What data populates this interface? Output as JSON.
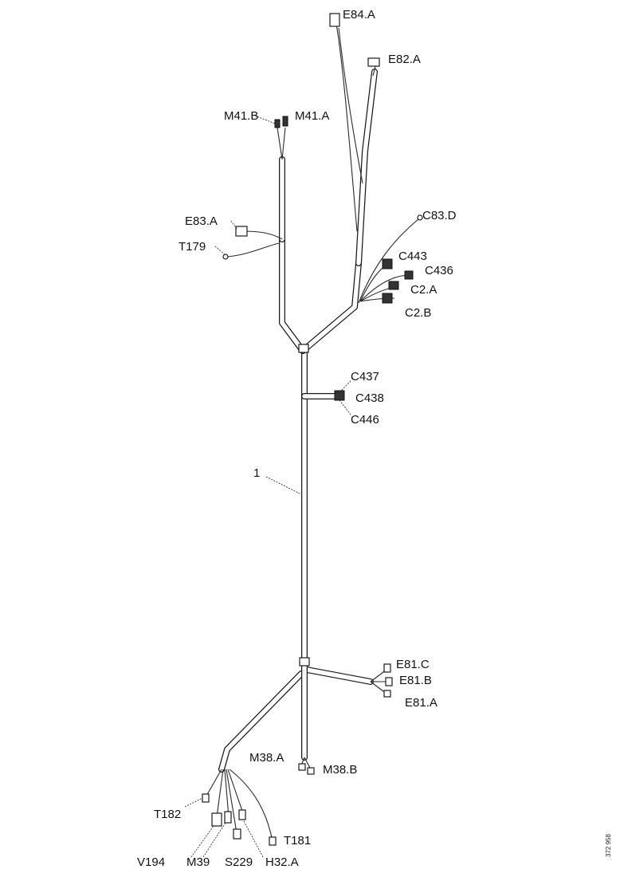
{
  "diagram": {
    "item_number": "1",
    "document_id": "372 958",
    "connectors": {
      "E84_A": "E84.A",
      "E82_A": "E82.A",
      "M41_B": "M41.B",
      "M41_A": "M41.A",
      "E83_A": "E83.A",
      "T179": "T179",
      "C83_D": "C83.D",
      "C443": "C443",
      "C436": "C436",
      "C2_A": "C2.A",
      "C2_B": "C2.B",
      "C437": "C437",
      "C438": "C438",
      "C446": "C446",
      "E81_C": "E81.C",
      "E81_B": "E81.B",
      "E81_A": "E81.A",
      "M38_A": "M38.A",
      "M38_B": "M38.B",
      "T182": "T182",
      "T181": "T181",
      "V194": "V194",
      "M39": "M39",
      "S229": "S229",
      "H32_A": "H32.A"
    }
  }
}
